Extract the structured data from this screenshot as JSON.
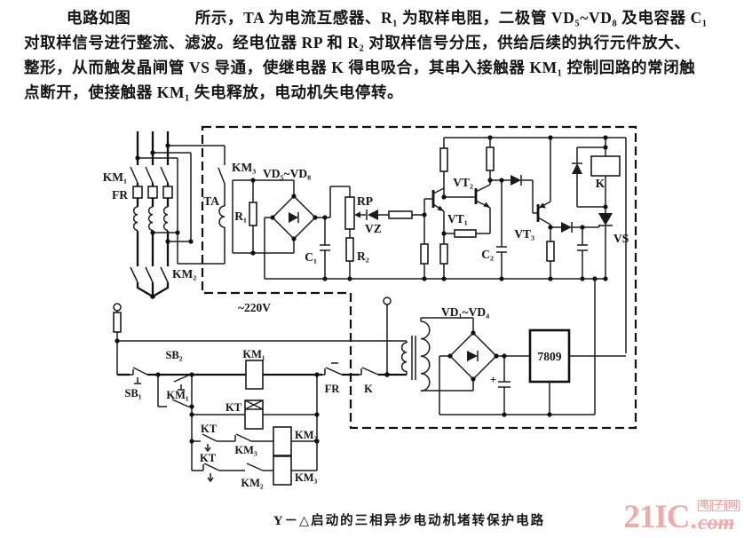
{
  "page": {
    "bg": "#ffffff",
    "ink": "#1b1b1b",
    "watermark_color": "#efabab"
  },
  "paragraph": {
    "lines": [
      "电路如图　　　　所示，TA 为电流互感器、R₁ 为取样电阻，二极管 VD₅~VD₈ 及电容器 C₁",
      "对取样信号进行整流、滤波。经电位器 RP 和 R₂ 对取样信号分压，供给后续的执行元件放大、",
      "整形，从而触发晶闸管 VS 导通，使继电器 K 得电吸合，其串入接触器 KM₁ 控制回路的常闭触",
      "点断开，使接触器 KM₁ 失电释放，电动机失电停转。"
    ]
  },
  "figure": {
    "caption": "Y－△启动的三相异步电动机堵转保护电路",
    "labels": {
      "phase_km1": "KM₁",
      "phase_fr": "FR",
      "phase_km2": "KM₂",
      "km3_contact": "KM₃",
      "vd58": "VD₅~VD₈",
      "ta": "TA",
      "r1": "R₁",
      "c1": "C₁",
      "rp": "RP",
      "vz": "VZ",
      "r2": "R₂",
      "vt1": "VT₁",
      "vt2": "VT₂",
      "vt3": "VT₃",
      "c2": "C₂",
      "k_relay": "K",
      "vs": "VS",
      "vd14": "VD₁~VD₄",
      "reg": "7809",
      "supply": "~220V",
      "cap_plus": "+",
      "km1_coil": "KM₁",
      "fr_contact": "FR",
      "k_contact": "K",
      "sb1": "SB₁",
      "sb2": "SB₂",
      "km1_aux": "KM₁",
      "kt_coil": "KT",
      "kt_no": "KT",
      "km3_nc": "KM₃",
      "km2_coil": "KM₂",
      "kt_nc": "KT",
      "km2_no": "KM₂",
      "km3_coil": "KM₃"
    }
  },
  "watermark": {
    "brand": "21IC",
    "dot": ".",
    "suffix": "com",
    "cn_chars": [
      "电",
      "子",
      "网"
    ]
  }
}
